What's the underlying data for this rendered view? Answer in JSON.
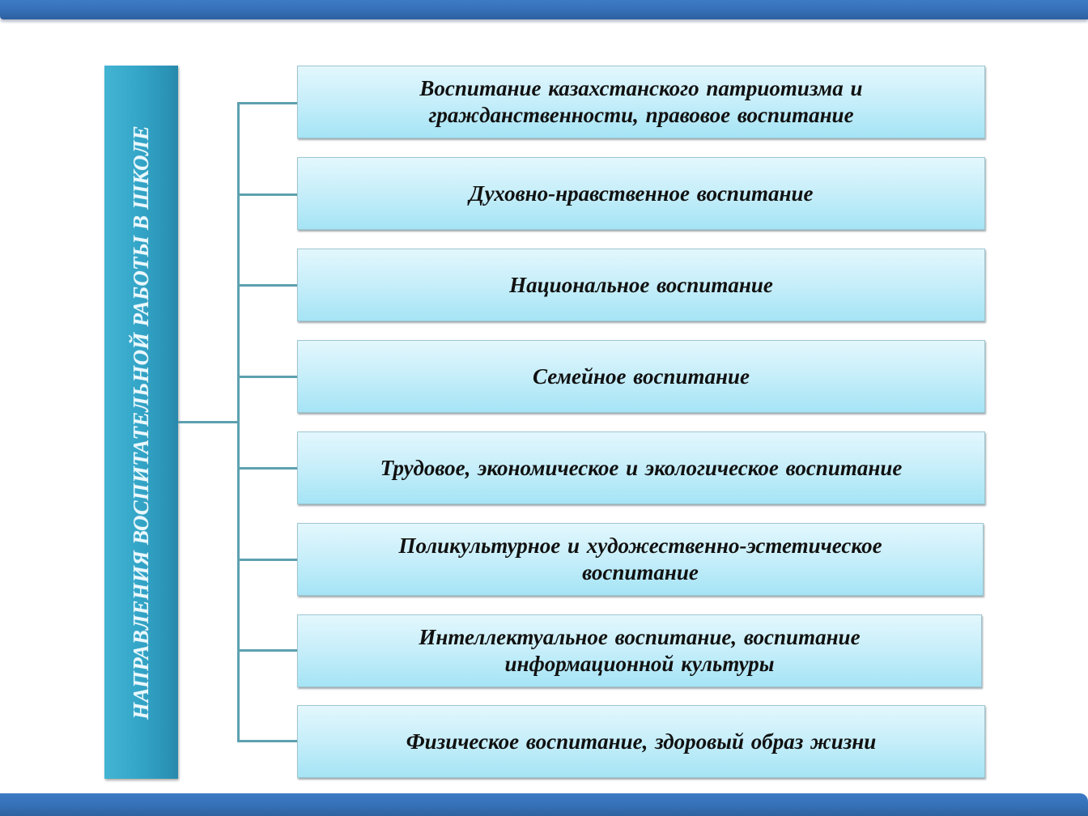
{
  "slide": {
    "side_label": "НАПРАВЛЕНИЯ ВОСПИТАТЕЛЬНОЙ РАБОТЫ В ШКОЛЕ",
    "items": [
      {
        "label": "Воспитание  казахстанского  патриотизма  и\nгражданственности, правовое воспитание"
      },
      {
        "label": "Духовно-нравственное воспитание"
      },
      {
        "label": "Национальное воспитание"
      },
      {
        "label": "Семейное воспитание"
      },
      {
        "label": "Трудовое, экономическое и экологическое воспитание"
      },
      {
        "label": "Поликультурное и художественно-эстетическое\nвоспитание"
      },
      {
        "label": "Интеллектуальное  воспитание,  воспитание\nинформационной культуры"
      },
      {
        "label": "Физическое воспитание, здоровый образ жизни"
      }
    ]
  },
  "colors": {
    "top_bar": "#356fb6",
    "bottom_bar": "#3570b6",
    "side_label_bg": "#34a6c8",
    "side_label_text": "#eaf8fd",
    "connector": "#5da1b0",
    "box_top": "#e3f7fd",
    "box_bottom": "#a5e4f5",
    "box_border": "#9ec6d0",
    "box_text": "#111111"
  }
}
